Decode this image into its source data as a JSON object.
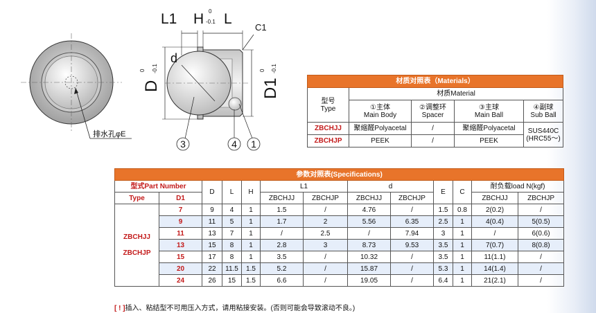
{
  "drawing": {
    "dims": {
      "L1": "L1",
      "H": "H",
      "H_tol_upper": "0",
      "H_tol_lower": "-0.1",
      "L": "L",
      "C1": "C1",
      "D": "D",
      "D_tol_upper": "0",
      "D_tol_lower": "-0.1",
      "d": "d",
      "D1": "D1",
      "D1_tol_upper": "0",
      "D1_tol_lower": "-0.1"
    },
    "callouts": [
      "3",
      "4",
      "1"
    ],
    "drain_label": "排水孔φE"
  },
  "materials": {
    "title": "材质对照表（Materials）",
    "col_model": [
      "型号",
      "Type"
    ],
    "col_material": "材质Material",
    "parts": [
      [
        "①主体",
        "Main Body"
      ],
      [
        "②调整环",
        "Spacer"
      ],
      [
        "③主球",
        "Main Ball"
      ],
      [
        "④副球",
        "Sub Ball"
      ]
    ],
    "rows": [
      {
        "type": "ZBCHJJ",
        "main_body": "聚缩醛Polyacetal",
        "spacer": "/",
        "main_ball": "聚缩醛Polyacetal"
      },
      {
        "type": "ZBCHJP",
        "main_body": "PEEK",
        "spacer": "/",
        "main_ball": "PEEK"
      }
    ],
    "sub_ball": [
      "SUS440C",
      "(HRC55～)"
    ]
  },
  "specs": {
    "title": "参数对照表(Specifications)",
    "head": {
      "part_number": "型式Part Number",
      "type": "Type",
      "D1": "D1",
      "D": "D",
      "L": "L",
      "H": "H",
      "L1": "L1",
      "d": "d",
      "E": "E",
      "C": "C",
      "load": "耐负载load N(kgf)",
      "zbchjj": "ZBCHJJ",
      "zbchjp": "ZBCHJP"
    },
    "type_labels": [
      "ZBCHJJ",
      "ZBCHJP"
    ],
    "rows": [
      [
        "7",
        "9",
        "4",
        "1",
        "1.5",
        "/",
        "4.76",
        "/",
        "1.5",
        "0.8",
        "2(0.2)",
        "/"
      ],
      [
        "9",
        "11",
        "5",
        "1",
        "1.7",
        "2",
        "5.56",
        "6.35",
        "2.5",
        "1",
        "4(0.4)",
        "5(0.5)"
      ],
      [
        "11",
        "13",
        "7",
        "1",
        "/",
        "2.5",
        "/",
        "7.94",
        "3",
        "1",
        "/",
        "6(0.6)"
      ],
      [
        "13",
        "15",
        "8",
        "1",
        "2.8",
        "3",
        "8.73",
        "9.53",
        "3.5",
        "1",
        "7(0.7)",
        "8(0.8)"
      ],
      [
        "15",
        "17",
        "8",
        "1",
        "3.5",
        "/",
        "10.32",
        "/",
        "3.5",
        "1",
        "11(1.1)",
        "/"
      ],
      [
        "20",
        "22",
        "11.5",
        "1.5",
        "5.2",
        "/",
        "15.87",
        "/",
        "5.3",
        "1",
        "14(1.4)",
        "/"
      ],
      [
        "24",
        "26",
        "15",
        "1.5",
        "6.6",
        "/",
        "19.05",
        "/",
        "6.4",
        "1",
        "21(2.1)",
        "/"
      ]
    ]
  },
  "note": {
    "bracket": "[ ! ]",
    "text": "插入、粘结型不可用压入方式，请用粘接安装。(否则可能会导致滚动不良。)"
  },
  "colors": {
    "header_orange": "#e8742a",
    "accent_red": "#c31a1a",
    "row_alt": "#e6eefa"
  }
}
